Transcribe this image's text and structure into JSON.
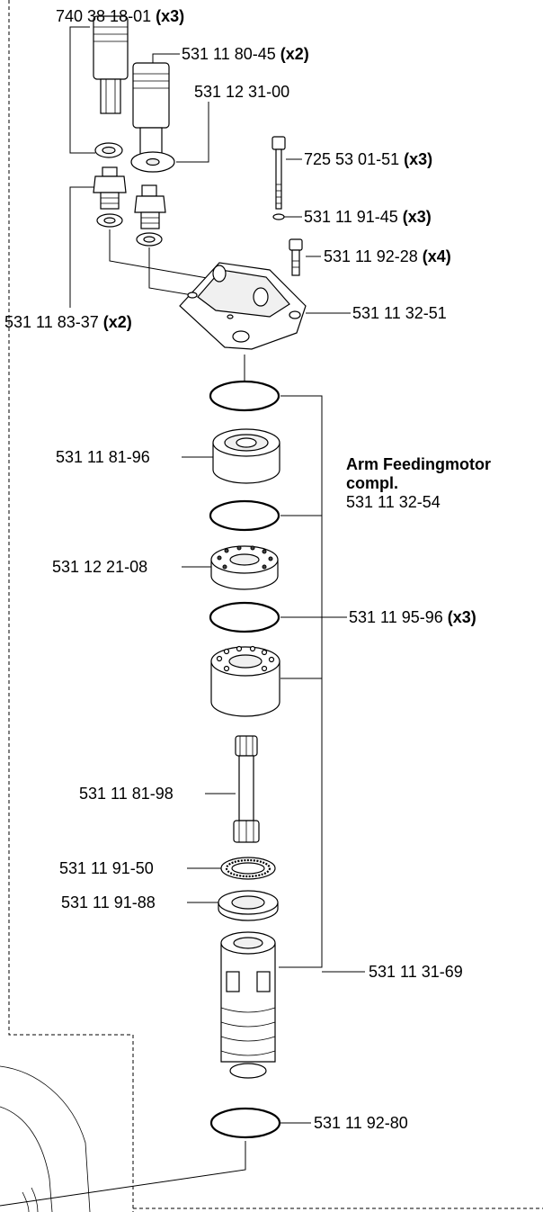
{
  "assembly": {
    "title_line1": "Arm Feedingmotor",
    "title_line2": "compl.",
    "part_no": "531 11 32-54"
  },
  "labels": [
    {
      "id": "l1",
      "code": "740 38 18-01",
      "qty": "(x3)"
    },
    {
      "id": "l2",
      "code": "531 11 80-45",
      "qty": "(x2)"
    },
    {
      "id": "l3",
      "code": "531 12 31-00",
      "qty": ""
    },
    {
      "id": "l4",
      "code": "725 53 01-51",
      "qty": "(x3)"
    },
    {
      "id": "l5",
      "code": "531 11 91-45",
      "qty": "(x3)"
    },
    {
      "id": "l6",
      "code": "531 11 92-28",
      "qty": "(x4)"
    },
    {
      "id": "l7",
      "code": "531 11 32-51",
      "qty": ""
    },
    {
      "id": "l8",
      "code": "531 11 83-37",
      "qty": "(x2)"
    },
    {
      "id": "l9",
      "code": "531 11 81-96",
      "qty": ""
    },
    {
      "id": "l10",
      "code": "531 12 21-08",
      "qty": ""
    },
    {
      "id": "l11",
      "code": "531 11 95-96",
      "qty": "(x3)"
    },
    {
      "id": "l12",
      "code": "531 11 81-98",
      "qty": ""
    },
    {
      "id": "l13",
      "code": "531 11 91-50",
      "qty": ""
    },
    {
      "id": "l14",
      "code": "531 11 91-88",
      "qty": ""
    },
    {
      "id": "l15",
      "code": "531 11 31-69",
      "qty": ""
    },
    {
      "id": "l16",
      "code": "531 11 92-80",
      "qty": ""
    }
  ]
}
